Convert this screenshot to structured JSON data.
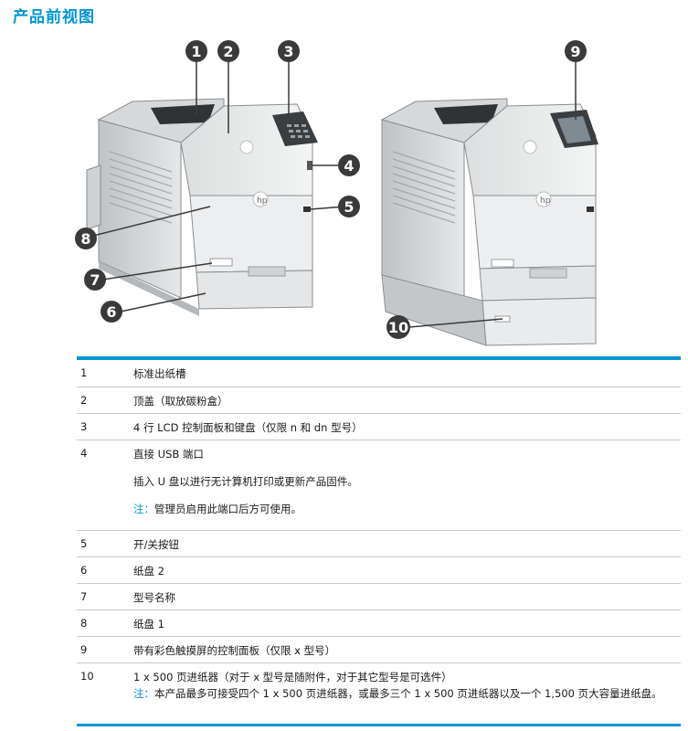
{
  "title": "产品前视图",
  "callouts": [
    "1",
    "2",
    "3",
    "4",
    "5",
    "6",
    "7",
    "8",
    "9",
    "10"
  ],
  "rows": [
    {
      "num": "1",
      "text": "标准出纸槽"
    },
    {
      "num": "2",
      "text": "顶盖（取放碳粉盒）"
    },
    {
      "num": "3",
      "text": "4 行 LCD 控制面板和键盘（仅限 n 和 dn 型号）"
    },
    {
      "num": "4",
      "text": "直接 USB 端口",
      "detail": "插入 U 盘以进行无计算机打印或更新产品固件。",
      "note_label": "注：",
      "note": "管理员启用此端口后方可使用。"
    },
    {
      "num": "5",
      "text": "开/关按钮"
    },
    {
      "num": "6",
      "text": "纸盘 2"
    },
    {
      "num": "7",
      "text": "型号名称"
    },
    {
      "num": "8",
      "text": "纸盘 1"
    },
    {
      "num": "9",
      "text": "带有彩色触摸屏的控制面板（仅限 x 型号）"
    },
    {
      "num": "10",
      "text": "1 x 500 页进纸器（对于 x 型号是随附件，对于其它型号是可选件）",
      "note_label": "注：",
      "note": "本产品最多可接受四个 1 x 500 页进纸器，或最多三个 1 x 500 页进纸器以及一个 1,500 页大容量进纸盘。"
    }
  ],
  "colors": {
    "accent": "#0096d6",
    "callout": "#3a3a3a"
  }
}
